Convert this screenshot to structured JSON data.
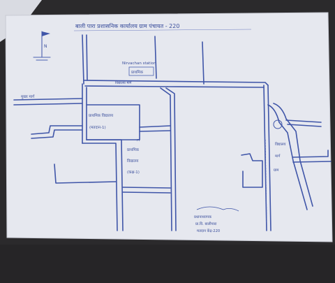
{
  "map": {
    "header_text": "बाली पारा प्रशासनिक कार्यालय ग्राम पंचायत - 220",
    "labels": {
      "north_marker": "N",
      "top_station": "Nirvachan station",
      "top_station_sub": "प्राथमिक",
      "road_mid": "विद्यालय मार्ग",
      "left_road": "मुख्य मार्ग",
      "school_1_title": "प्राथमिक विद्यालय",
      "school_1_sub": "(मतदान-1)",
      "school_2_title": "प्राथमिक",
      "school_2_sub": "विद्यालय",
      "school_2_room": "(कक्ष-1)",
      "right_top": "विद्यालय",
      "right_mid": "मार्ग",
      "right_road": "ग्राम",
      "stamp_line1": "प्रधानाध्यापक",
      "stamp_line2": "प्रा.वि. बालीपारा",
      "stamp_line3": "मतदान केंद्र-220"
    }
  },
  "colors": {
    "ink": "#3f55a8",
    "paper": "#e9ebf2",
    "background": "#2b2a2c"
  }
}
